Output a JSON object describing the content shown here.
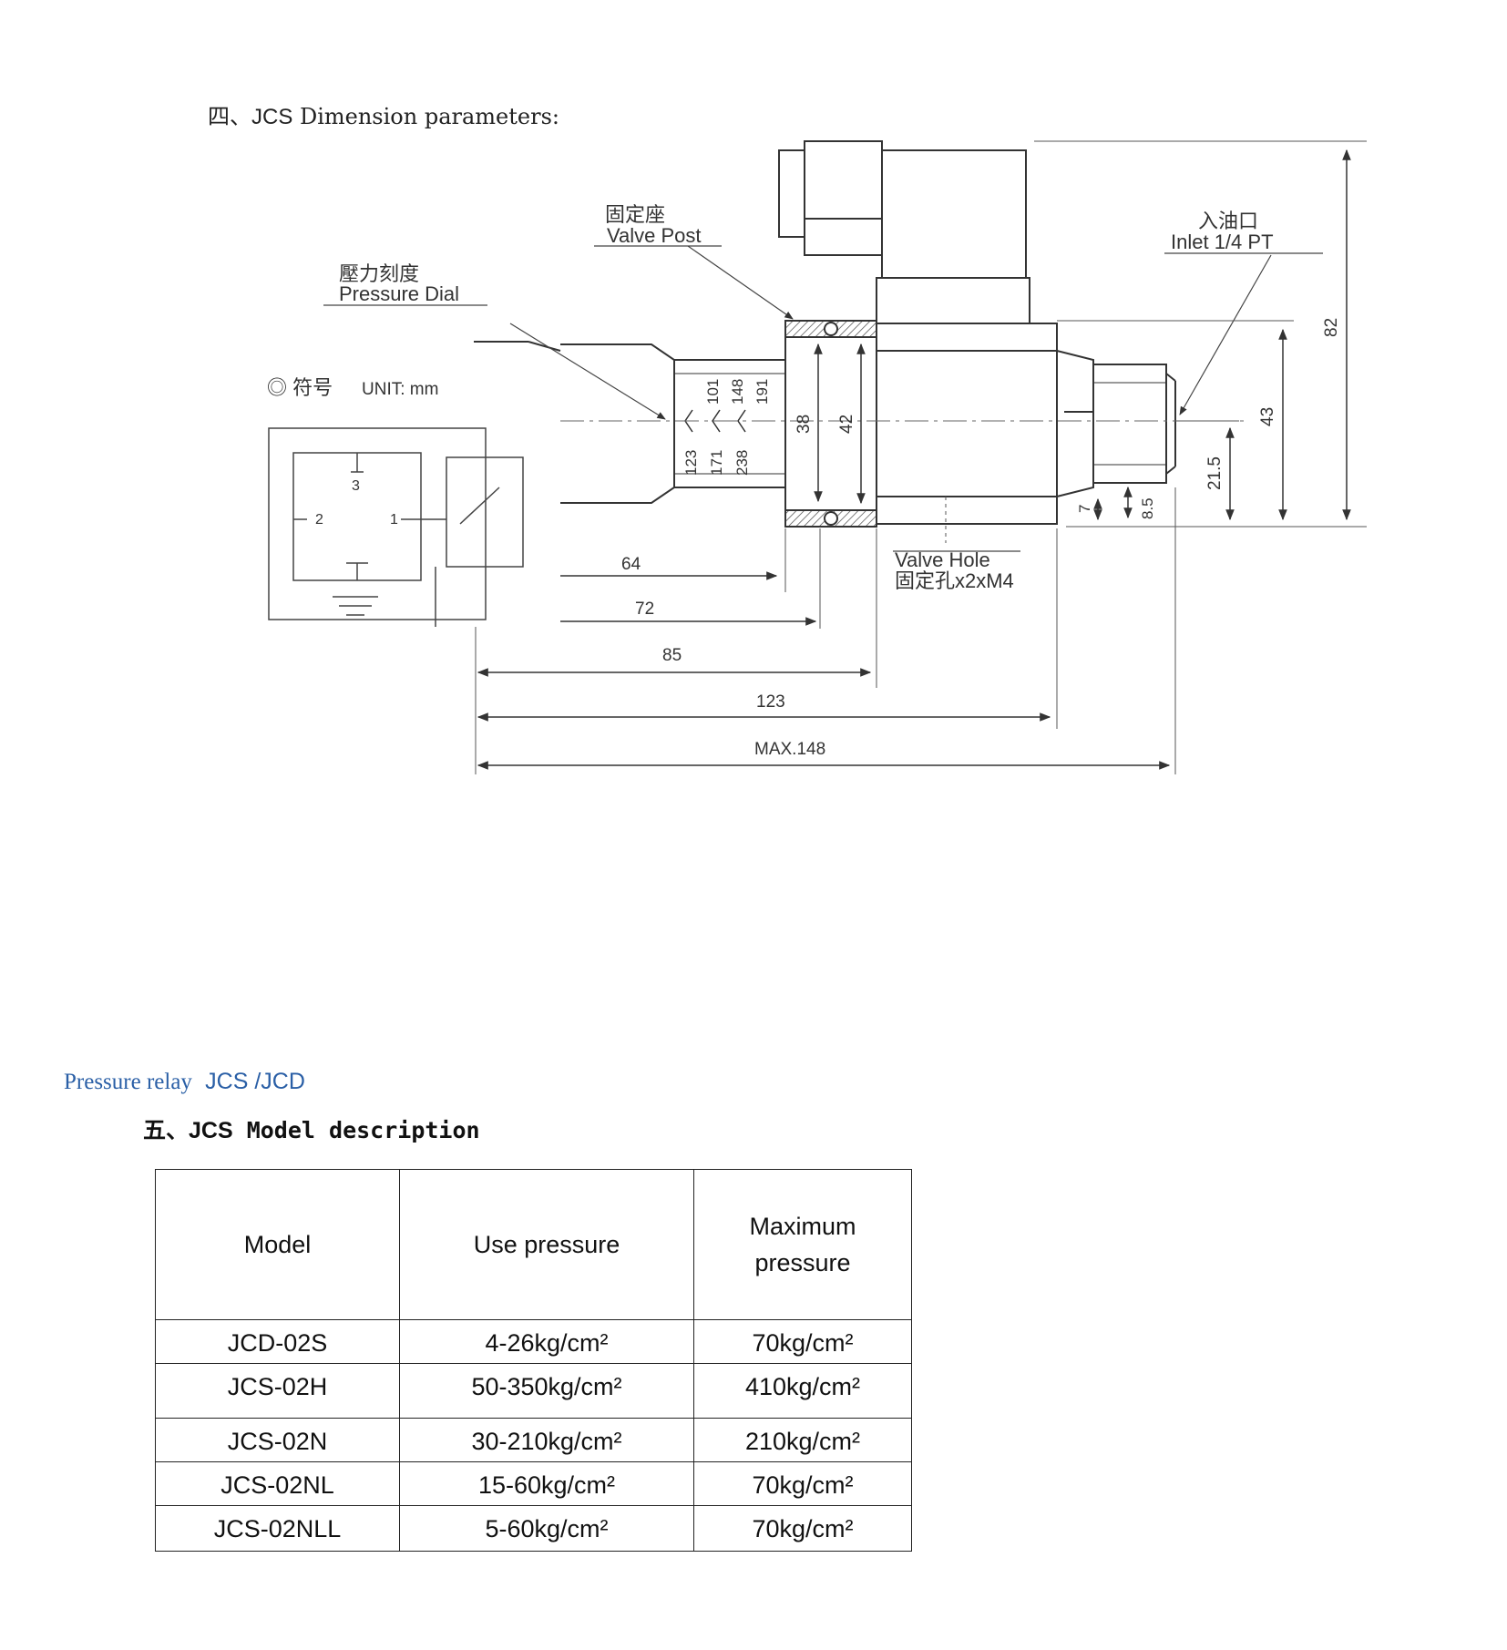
{
  "section4": {
    "prefix": "四、",
    "model": "JCS",
    "title": " Dimension parameters:"
  },
  "drawing": {
    "valve_post_cn": "固定座",
    "valve_post_en": "Valve Post",
    "pressure_dial_cn": "壓力刻度",
    "pressure_dial_en": "Pressure Dial",
    "inlet_cn": "入油口",
    "inlet_en": "Inlet 1/4 PT",
    "symbol_label": "◎ 符号",
    "unit_label": "UNIT: mm",
    "valve_hole_en": "Valve Hole",
    "valve_hole_cn": "固定孔x2xM4",
    "terminal_labels": [
      "3",
      "2",
      "1"
    ],
    "scale_upper": [
      "101",
      "148",
      "191"
    ],
    "scale_lower": [
      "123",
      "171",
      "238"
    ],
    "dims_vertical": [
      "38",
      "42",
      "82",
      "43",
      "21.5",
      "8.5",
      "7"
    ],
    "dims_horizontal": [
      "64",
      "72",
      "85",
      "123",
      "MAX.148"
    ]
  },
  "header": {
    "product": "Pressure relay",
    "models": "JCS /JCD"
  },
  "section5": {
    "prefix": "五、",
    "model": "JCS",
    "title": " Model description"
  },
  "table": {
    "headers": [
      "Model",
      "Use pressure",
      "Maximum pressure"
    ],
    "rows": [
      [
        "JCD-02S",
        "4-26kg/cm²",
        "70kg/cm²"
      ],
      [
        "JCS-02H",
        "50-350kg/cm²",
        "410kg/cm²"
      ],
      [
        "JCS-02N",
        "30-210kg/cm²",
        "210kg/cm²"
      ],
      [
        "JCS-02NL",
        "15-60kg/cm²",
        "70kg/cm²"
      ],
      [
        "JCS-02NLL",
        "5-60kg/cm²",
        "70kg/cm²"
      ]
    ]
  }
}
